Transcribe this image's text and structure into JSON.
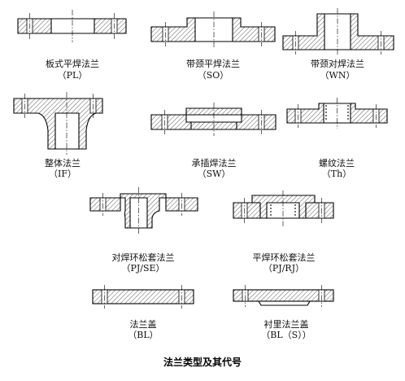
{
  "title": "法兰类型及其代号",
  "flanges": [
    {
      "name": "板式平焊法兰",
      "code": "（PL）"
    },
    {
      "name": "带颈平焊法兰",
      "code": "（SO）"
    },
    {
      "name": "带颈对焊法兰",
      "code": "（WN）"
    },
    {
      "name": "整体法兰",
      "code": "（IF）"
    },
    {
      "name": "承插焊法兰",
      "code": "（SW）"
    },
    {
      "name": "螺纹法兰",
      "code": "（Th）"
    },
    {
      "name": "对焊环松套法兰",
      "code": "（PJ/SE）"
    },
    {
      "name": "平焊环松套法兰",
      "code": "（PJ/RJ）"
    },
    {
      "name": "法兰盖",
      "code": "（BL）"
    },
    {
      "name": "衬里法兰盖",
      "code": "（BL（S））"
    }
  ]
}
